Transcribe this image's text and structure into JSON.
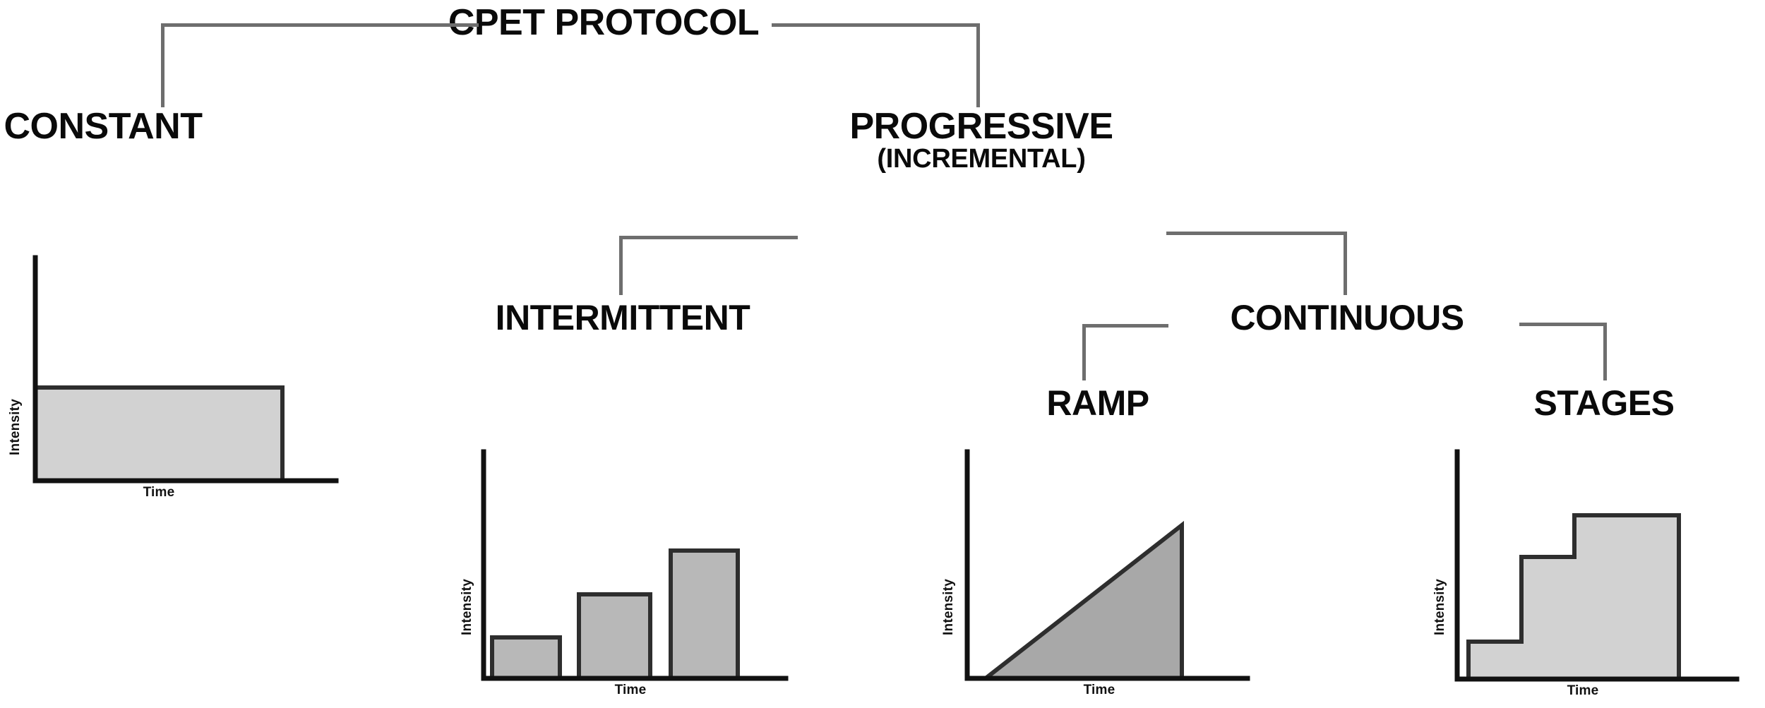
{
  "diagram": {
    "title": "CPET PROTOCOL",
    "nodes": {
      "root": {
        "label": "CPET PROTOCOL"
      },
      "constant": {
        "label": "CONSTANT"
      },
      "progressive": {
        "label": "PROGRESSIVE",
        "sublabel": "(INCREMENTAL)"
      },
      "intermittent": {
        "label": "INTERMITTENT"
      },
      "continuous": {
        "label": "CONTINUOUS"
      },
      "ramp": {
        "label": "RAMP"
      },
      "stages": {
        "label": "STAGES"
      }
    },
    "colors": {
      "connector": "#6e6e6e",
      "axis": "#111111",
      "text": "#0a0a0a",
      "fill_light": "#d2d2d2",
      "fill_mid": "#b8b8b8",
      "fill_dark": "#a8a8a8",
      "background": "#ffffff"
    }
  },
  "chart_data": [
    {
      "id": "constant",
      "type": "area",
      "title": "CONSTANT",
      "xlabel": "Time",
      "ylabel": "Intensity",
      "grid": false,
      "legend": null,
      "x": [
        0,
        1
      ],
      "values": [
        60,
        60
      ],
      "description": "Single constant-intensity rectangle held flat across the whole exercise bout.",
      "ylim": [
        0,
        100
      ],
      "xlim": [
        0,
        1.35
      ]
    },
    {
      "id": "intermittent",
      "type": "bar",
      "title": "INTERMITTENT",
      "xlabel": "Time",
      "ylabel": "Intensity",
      "grid": false,
      "legend": null,
      "categories": [
        "Stage 1",
        "Stage 2",
        "Stage 3"
      ],
      "values": [
        20,
        42,
        63
      ],
      "description": "Three separated bars of increasing intensity with rest gaps between them.",
      "ylim": [
        0,
        100
      ],
      "xlim": [
        0,
        3.6
      ]
    },
    {
      "id": "ramp",
      "type": "line",
      "title": "RAMP",
      "xlabel": "Time",
      "ylabel": "Intensity",
      "grid": false,
      "legend": null,
      "x": [
        0,
        1
      ],
      "values": [
        0,
        100
      ],
      "description": "Continuous linear increase in intensity from zero to peak, then an abrupt drop to zero.",
      "ylim": [
        0,
        110
      ],
      "xlim": [
        0,
        1.35
      ]
    },
    {
      "id": "stages",
      "type": "bar",
      "title": "STAGES",
      "xlabel": "Time",
      "ylabel": "Intensity",
      "grid": false,
      "legend": null,
      "categories": [
        "Stage 1",
        "Stage 2",
        "Stage 3"
      ],
      "values": [
        23,
        75,
        100
      ],
      "description": "Contiguous staircase of increasing intensity steps with no rest between stages.",
      "ylim": [
        0,
        110
      ],
      "xlim": [
        0,
        3.2
      ]
    }
  ],
  "axis_labels": {
    "time": "Time",
    "intensity": "Intensity"
  }
}
